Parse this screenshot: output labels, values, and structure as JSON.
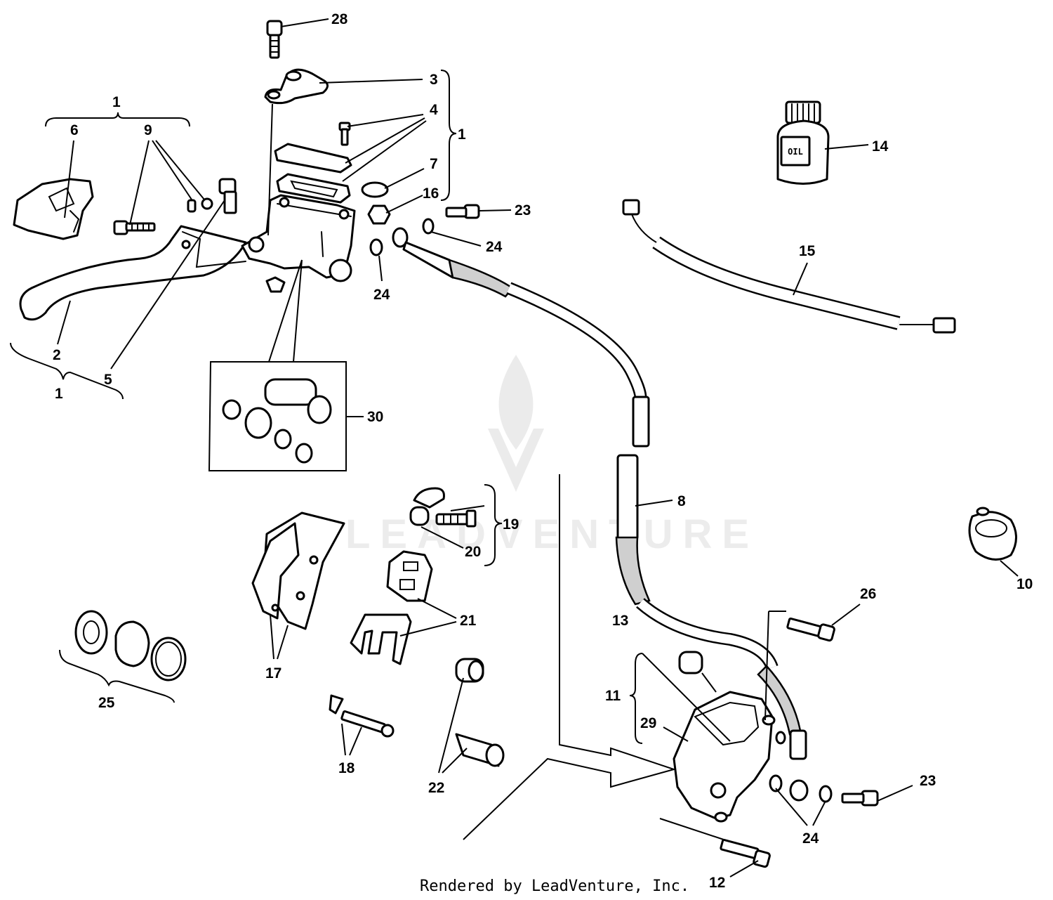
{
  "diagram": {
    "watermark_text": "LEADVENTURE",
    "footer": "Rendered by LeadVenture, Inc.",
    "bottle_text": "OIL",
    "callouts": {
      "c1_top_left": "1",
      "c1_right": "1",
      "c1_bottom": "1",
      "c2": "2",
      "c3": "3",
      "c4": "4",
      "c5": "5",
      "c6": "6",
      "c7": "7",
      "c8": "8",
      "c9": "9",
      "c10": "10",
      "c11": "11",
      "c12": "12",
      "c13": "13",
      "c14": "14",
      "c15": "15",
      "c16": "16",
      "c17": "17",
      "c18": "18",
      "c19": "19",
      "c20": "20",
      "c21": "21",
      "c22": "22",
      "c23_top": "23",
      "c23_bottom": "23",
      "c24_a": "24",
      "c24_b": "24",
      "c24_c": "24",
      "c25": "25",
      "c26": "26",
      "c28": "28",
      "c29": "29",
      "c30": "30"
    }
  }
}
